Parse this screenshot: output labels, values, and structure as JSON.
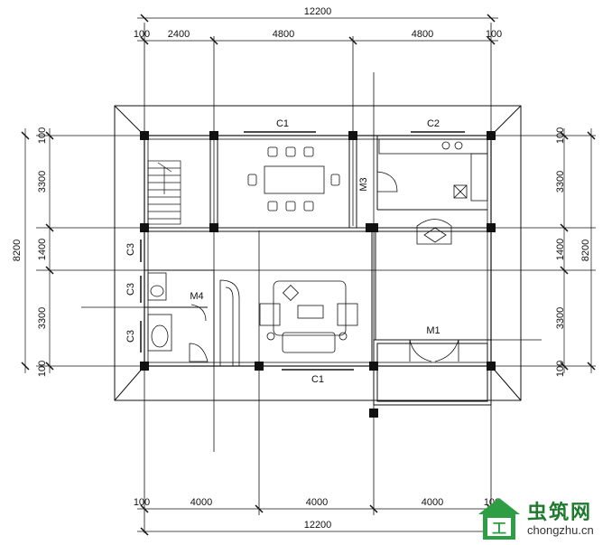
{
  "dimensions": {
    "top_total": "12200",
    "top_edge_left": "100",
    "top_segment_1": "2400",
    "top_segment_2": "4800",
    "top_segment_3": "4800",
    "top_edge_right": "100",
    "bottom_total": "12200",
    "bottom_edge_left": "100",
    "bottom_segment_1": "4000",
    "bottom_segment_2": "4000",
    "bottom_segment_3": "4000",
    "bottom_edge_right": "100",
    "left_total": "8200",
    "left_edge_top": "100",
    "left_segment_1": "3300",
    "left_segment_2": "1400",
    "left_segment_3": "3300",
    "left_edge_bottom": "100",
    "right_total": "8200",
    "right_edge_top": "100",
    "right_segment_1": "3300",
    "right_segment_2": "1400",
    "right_segment_3": "3300",
    "right_edge_bottom": "100"
  },
  "labels": {
    "window_dining": "C1",
    "window_kitchen": "C2",
    "window_bottom": "C1",
    "window_side_1": "C3",
    "window_side_2": "C3",
    "window_side_3": "C3",
    "door_kitchen": "M3",
    "door_bath": "M4",
    "door_main": "M1"
  },
  "watermark": {
    "name_cn": "虫筑网",
    "url": "chongzhu.cn",
    "logo_text": "工"
  },
  "colors": {
    "lines": "#111111",
    "brand_green": "#1f7a2e"
  }
}
